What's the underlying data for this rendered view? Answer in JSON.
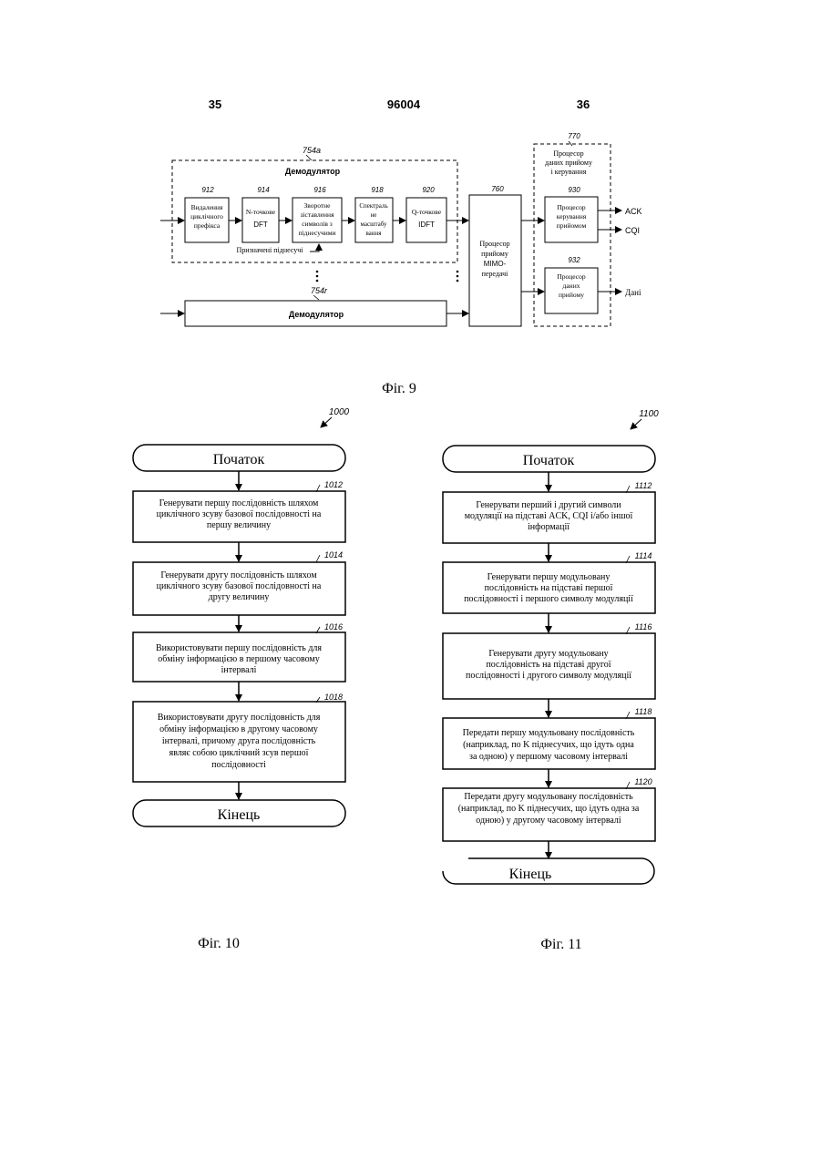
{
  "header": {
    "left_page": "35",
    "doc_number": "96004",
    "right_page": "36"
  },
  "fig9": {
    "caption": "Фіг. 9",
    "demod_ref": "754a",
    "demod_title": "Демодулятор",
    "blocks": [
      {
        "ref": "912",
        "lines": [
          "Видалення",
          "циклічного",
          "префікса"
        ]
      },
      {
        "ref": "914",
        "lines": [
          "N-точкове",
          "DFT"
        ]
      },
      {
        "ref": "916",
        "lines": [
          "Зворотне",
          "зіставлення",
          "символів з",
          "піднесучими"
        ]
      },
      {
        "ref": "918",
        "lines": [
          "Спектраль",
          "не",
          "масштабу",
          "вання"
        ]
      },
      {
        "ref": "920",
        "lines": [
          "Q-точкове",
          "IDFT"
        ]
      }
    ],
    "assigned_subcarriers": "Призначені піднесучі",
    "demod2_ref": "754r",
    "demod2_title": "Демодулятор",
    "mimo_ref": "760",
    "mimo_lines": [
      "Процесор",
      "прийому",
      "MIMO-",
      "передачі"
    ],
    "ctrl_ref": "770",
    "ctrl_title_lines": [
      "Процесор",
      "даних прийому",
      "і керування"
    ],
    "ctrl_block_ref": "930",
    "ctrl_block_lines": [
      "Процесор",
      "керування",
      "прийомом"
    ],
    "data_block_ref": "932",
    "data_block_lines": [
      "Процесор",
      "даних",
      "прийому"
    ],
    "out_ack": "ACK",
    "out_cqi": "CQI",
    "out_data": "Дані"
  },
  "fig10": {
    "ref": "1000",
    "start": "Початок",
    "end": "Кінець",
    "caption": "Фіг. 10",
    "steps": [
      {
        "ref": "1012",
        "lines": [
          "Генерувати першу послідовність шляхом",
          "циклічного зсуву базової послідовності на",
          "першу величину"
        ]
      },
      {
        "ref": "1014",
        "lines": [
          "Генерувати другу послідовність шляхом",
          "циклічного зсуву базової послідовності на",
          "другу величину"
        ]
      },
      {
        "ref": "1016",
        "lines": [
          "Використовувати першу послідовність для",
          "обміну інформацією в першому часовому",
          "інтервалі"
        ]
      },
      {
        "ref": "1018",
        "lines": [
          "Використовувати другу послідовність для",
          "обміну інформацією в другому часовому",
          "інтервалі, причому друга послідовність",
          "являє собою циклічний зсув першої",
          "послідовності"
        ]
      }
    ]
  },
  "fig11": {
    "ref": "1100",
    "start": "Початок",
    "end": "Кінець",
    "caption": "Фіг. 11",
    "steps": [
      {
        "ref": "1112",
        "lines": [
          "Генерувати перший і другий символи",
          "модуляції на підставі ACK, CQI і/або іншої",
          "інформації"
        ]
      },
      {
        "ref": "1114",
        "lines": [
          "Генерувати першу модульовану",
          "послідовність на підставі першої",
          "послідовності і першого символу модуляції"
        ]
      },
      {
        "ref": "1116",
        "lines": [
          "Генерувати другу модульовану",
          "послідовність на підставі другої",
          "послідовності і другого символу модуляції"
        ]
      },
      {
        "ref": "1118",
        "lines": [
          "Передати першу модульовану послідовність",
          "(наприклад, по K піднесучих, що ідуть одна",
          "за одною) у першому часовому інтервалі"
        ]
      },
      {
        "ref": "1120",
        "lines": [
          "Передати другу модульовану послідовність",
          "(наприклад, по K піднесучих, що ідуть одна за",
          "одною) у другому часовому інтервалі"
        ]
      }
    ]
  }
}
